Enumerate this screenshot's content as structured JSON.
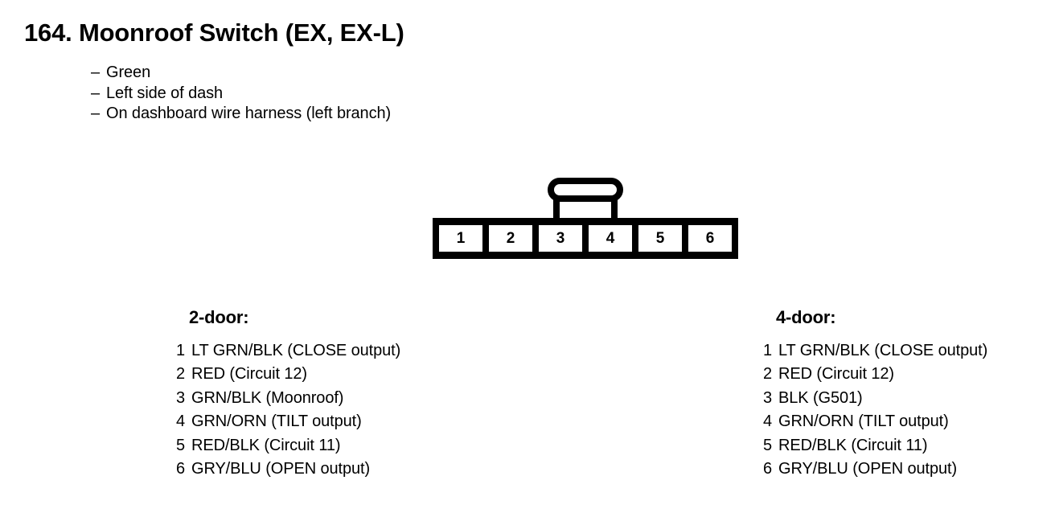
{
  "header": {
    "number": "164.",
    "title": "164. Moonroof Switch (EX, EX-L)",
    "bullets": [
      {
        "dash": "–",
        "text": "Green"
      },
      {
        "dash": "–",
        "text": "Left side of dash"
      },
      {
        "dash": "–",
        "text": "On dashboard wire harness (left branch)"
      }
    ]
  },
  "connector": {
    "name": "6-pin connector",
    "latch": "locking-tab",
    "cavities": [
      {
        "number": "1"
      },
      {
        "number": "2"
      },
      {
        "number": "3"
      },
      {
        "number": "4"
      },
      {
        "number": "5"
      },
      {
        "number": "6"
      }
    ]
  },
  "pinouts": [
    {
      "heading": "2-door:",
      "rows": [
        {
          "num": "1",
          "desc": "LT GRN/BLK (CLOSE output)"
        },
        {
          "num": "2",
          "desc": "RED (Circuit 12)"
        },
        {
          "num": "3",
          "desc": "GRN/BLK (Moonroof)"
        },
        {
          "num": "4",
          "desc": "GRN/ORN (TILT output)"
        },
        {
          "num": "5",
          "desc": "RED/BLK (Circuit 11)"
        },
        {
          "num": "6",
          "desc": "GRY/BLU (OPEN output)"
        }
      ]
    },
    {
      "heading": "4-door:",
      "rows": [
        {
          "num": "1",
          "desc": "LT GRN/BLK (CLOSE output)"
        },
        {
          "num": "2",
          "desc": "RED (Circuit 12)"
        },
        {
          "num": "3",
          "desc": "BLK (G501)"
        },
        {
          "num": "4",
          "desc": "GRN/ORN (TILT output)"
        },
        {
          "num": "5",
          "desc": "RED/BLK (Circuit 11)"
        },
        {
          "num": "6",
          "desc": "GRY/BLU (OPEN output)"
        }
      ]
    }
  ],
  "colors": {
    "ink": "#000000",
    "paper": "#ffffff"
  }
}
